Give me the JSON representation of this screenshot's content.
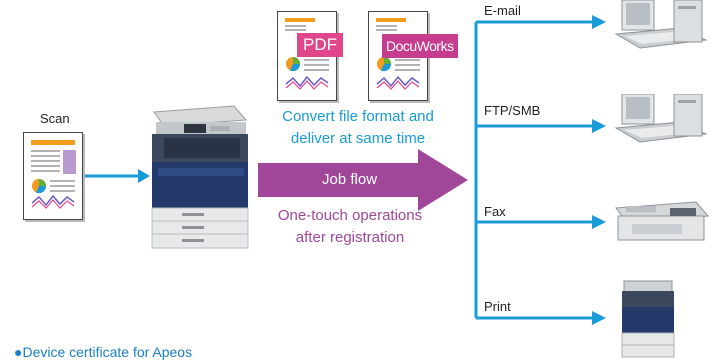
{
  "scan_label": "Scan",
  "convert_caption": [
    "Convert file format and",
    "deliver at same time"
  ],
  "jobflow_label": "Job flow",
  "operations_caption": [
    "One-touch operations",
    "after registration"
  ],
  "formats": {
    "pdf": "PDF",
    "docuworks": "DocuWorks"
  },
  "destinations": [
    {
      "label": "E-mail",
      "device": "computer-icon"
    },
    {
      "label": "FTP/SMB",
      "device": "computer-icon"
    },
    {
      "label": "Fax",
      "device": "fax-icon"
    },
    {
      "label": "Print",
      "device": "printer-icon"
    }
  ],
  "footnote": "●Device certificate for Apeos",
  "colors": {
    "cyan": "#1a9bd7",
    "magenta": "#a0479a",
    "pdf_badge": "#e0468a",
    "docuworks_badge": "#c63d8f",
    "orange": "#f29b1d"
  }
}
